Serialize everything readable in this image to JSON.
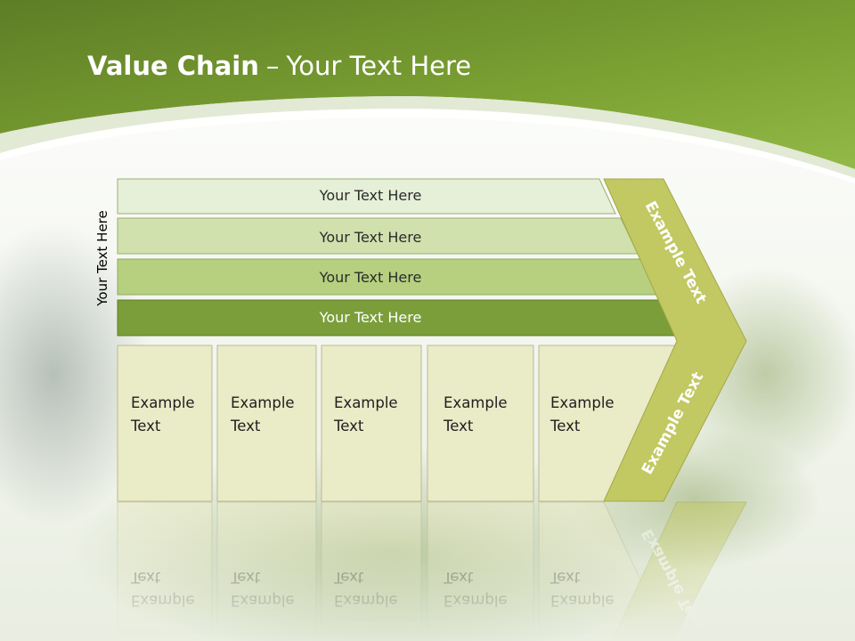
{
  "slide": {
    "title_bold": "Value Chain",
    "title_sep": "–",
    "title_rest": "Your Text Here",
    "side_label": "Your Text Here"
  },
  "bars": [
    {
      "label": "Your Text Here",
      "color": "#e6efd7"
    },
    {
      "label": "Your Text Here",
      "color": "#d0e1ae"
    },
    {
      "label": "Your Text Here",
      "color": "#b6d07f"
    },
    {
      "label": "Your Text Here",
      "color": "#7b9e3a"
    }
  ],
  "cells": [
    {
      "line1": "Example",
      "line2": "Text"
    },
    {
      "line1": "Example",
      "line2": "Text"
    },
    {
      "line1": "Example",
      "line2": "Text"
    },
    {
      "line1": "Example",
      "line2": "Text"
    },
    {
      "line1": "Example",
      "line2": "Text"
    }
  ],
  "arrow": {
    "upper_label": "Example Text",
    "lower_label": "Example Text",
    "color": "#c2c862"
  },
  "colors": {
    "header_dark": "#5d7c27",
    "header_light": "#8ab13b",
    "cell_fill": "#eaebc7",
    "cell_border": "#b9bb93"
  }
}
